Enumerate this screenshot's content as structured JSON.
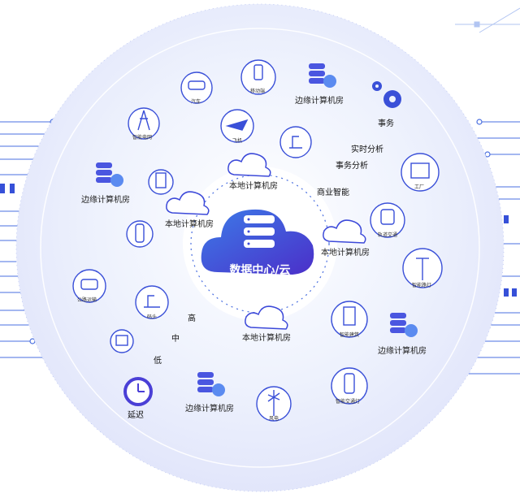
{
  "center": {
    "label": "数据中心/云"
  },
  "colors": {
    "accent": "#4a3fd6",
    "cloud": "#3c49d9",
    "ring": "#e6ebfb",
    "line": "#3a5bd9"
  },
  "local_rooms": [
    "本地计算机房",
    "本地计算机房",
    "本地计算机房",
    "本地计算机房"
  ],
  "edge_rooms": [
    "边缘计算机房",
    "边缘计算机房",
    "边缘计算机房",
    "边缘计算机房"
  ],
  "layers": {
    "transaction": "事务",
    "realtime": "实时分析",
    "tx_analysis": "事务分析",
    "bi": "商业智能"
  },
  "latency": {
    "high": "高",
    "mid": "中",
    "low": "低",
    "label": "延迟"
  },
  "devices": {
    "car": "汽车",
    "mobile": "移动端",
    "plane": "飞机",
    "grid": "智能电网",
    "factory": "工厂",
    "rail": "轨道交通",
    "streetlight": "智能路灯",
    "building": "智能建筑",
    "traffic": "智能交通灯",
    "wind": "风电",
    "road": "公路运输",
    "port": "码头"
  }
}
